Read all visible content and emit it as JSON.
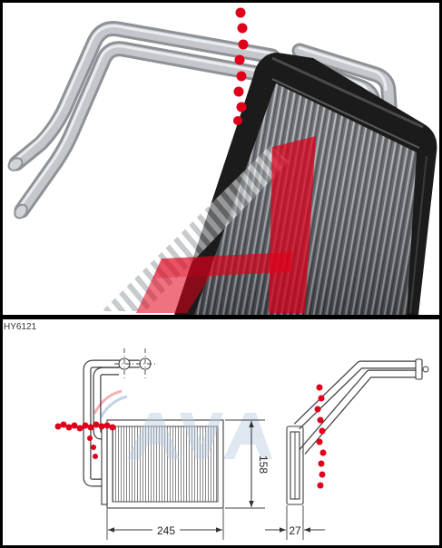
{
  "part_number": "HY6121",
  "dimensions": {
    "width": "245",
    "height": "158",
    "depth": "27"
  },
  "colors": {
    "watermark_red": "#e0001a",
    "line_art": "#3c3c3c",
    "frame": "#000000",
    "core_fins": "#5e6267"
  }
}
